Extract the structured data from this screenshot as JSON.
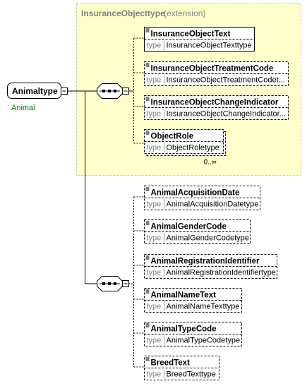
{
  "root": {
    "name": "Animaltype",
    "caption": "Animal"
  },
  "extension": {
    "base_type": "InsuranceObjecttype",
    "suffix": "(extension)",
    "elements": [
      {
        "name": "InsuranceObjectText",
        "type_keyword": "type",
        "type_value": "InsuranceObjectTexttype",
        "optional": false
      },
      {
        "name": "InsuranceObjectTreatmentCode",
        "type_keyword": "type",
        "type_value": "InsuranceObjectTreatmentCodet...",
        "optional": true
      },
      {
        "name": "InsuranceObjectChangeIndicator",
        "type_keyword": "type",
        "type_value": "InsuranceObjectChangeIndicator...",
        "optional": true
      },
      {
        "name": "ObjectRole",
        "type_keyword": "type",
        "type_value": "ObjectRoletype",
        "optional": true,
        "multiplicity": "0..∞"
      }
    ]
  },
  "sequence": {
    "elements": [
      {
        "name": "AnimalAcquisitionDate",
        "type_keyword": "type",
        "type_value": "AnimalAcquisitionDatetype",
        "optional": true
      },
      {
        "name": "AnimalGenderCode",
        "type_keyword": "type",
        "type_value": "AnimalGenderCodetype",
        "optional": true
      },
      {
        "name": "AnimalRegistrationIdentifier",
        "type_keyword": "type",
        "type_value": "AnimalRegistrationIdentifiertype",
        "optional": true
      },
      {
        "name": "AnimalNameText",
        "type_keyword": "type",
        "type_value": "AnimalNameTexttype",
        "optional": true
      },
      {
        "name": "AnimalTypeCode",
        "type_keyword": "type",
        "type_value": "AnimalTypeCodetype",
        "optional": true
      },
      {
        "name": "BreedText",
        "type_keyword": "type",
        "type_value": "BreedTexttype",
        "optional": true
      }
    ]
  },
  "colors": {
    "extension_fill": "#ffffcc",
    "extension_border": "#c8c8a0",
    "extension_title": "#808080",
    "caption": "#008000",
    "type_text": "#808080",
    "line": "#000000"
  }
}
